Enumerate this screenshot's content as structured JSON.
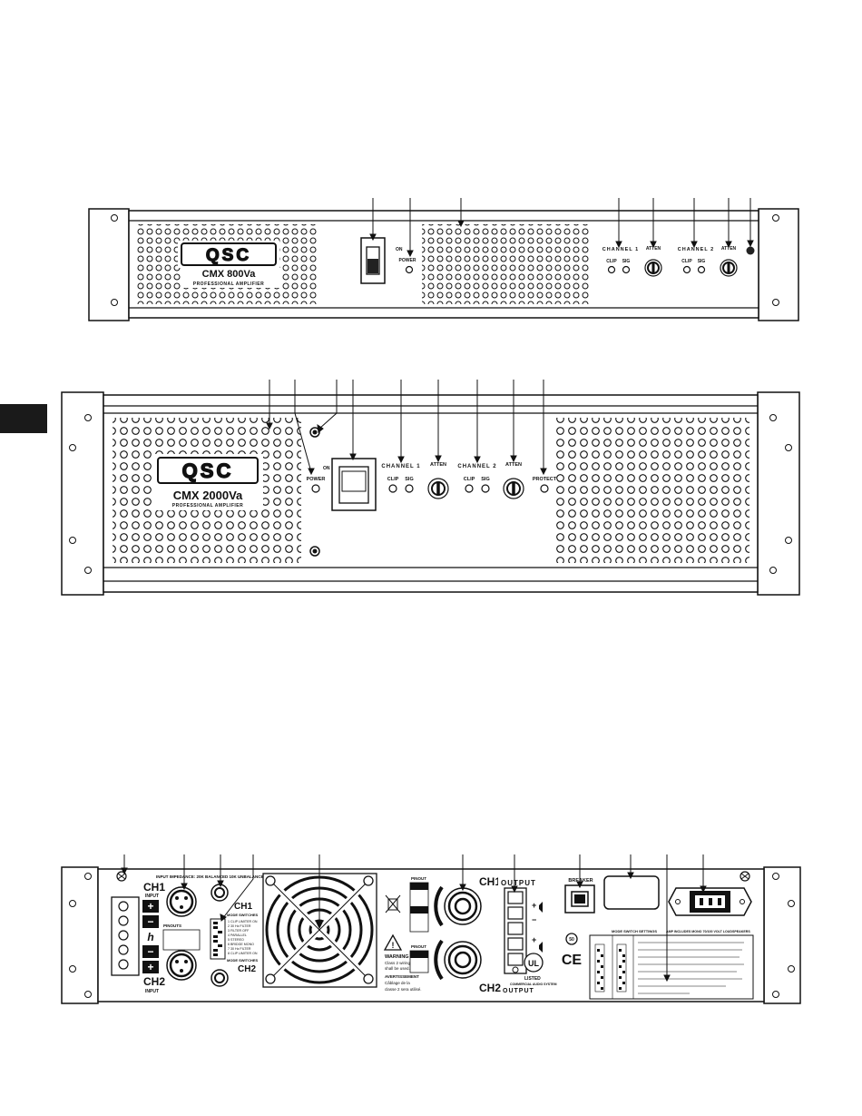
{
  "amp1": {
    "brand": "QSC",
    "model": "CMX 800Va",
    "subtitle": "PROFESSIONAL AMPLIFIER",
    "on_label": "ON",
    "power_label": "POWER",
    "channel1_label": "CHANNEL 1",
    "channel2_label": "CHANNEL 2",
    "clip_label": "CLIP",
    "sig_label": "SIG",
    "atten_label": "ATTEN"
  },
  "amp2": {
    "brand": "QSC",
    "model": "CMX 2000Va",
    "subtitle": "PROFESSIONAL AMPLIFIER",
    "on_label": "ON",
    "power_label": "POWER",
    "channel1_label": "CHANNEL 1",
    "channel2_label": "CHANNEL 2",
    "clip_label": "CLIP",
    "sig_label": "SIG",
    "atten_label": "ATTEN",
    "protect_label": "PROTECT"
  },
  "rear": {
    "input_impedance": "INPUT IMPEDANCE: 20K BALANCED 10K UNBALANCED",
    "ch1_label": "CH1",
    "ch2_label": "CH2",
    "input_label": "INPUT",
    "pinouts_label": "PINOUTS",
    "mode_switches_label": "MODE SWITCHES",
    "output_label": "OUTPUT",
    "breaker_label": "BREAKER",
    "pinout_label": "PINOUT",
    "warning_title": "WARNING",
    "warning_line1": "Class 2 wiring",
    "warning_line2": "shall be used.",
    "avert_title": "AVERTISSEMENT",
    "avert_line1": "Câblage de la",
    "avert_line2": "classe 2 sera utilisé.",
    "listed_label": "LISTED",
    "listed_sub": "COMMERCIAL AUDIO SYSTEM",
    "mode_settings_title": "MODE SWITCH SETTINGS",
    "bridge_mono_title": "AMP INCLUDES MONO 70/100 VOLT LOUDSPEAKERS",
    "mode_list": [
      "1 CLIP LIMITER ON",
      "2 30 Hz FILTER",
      "3 FILTER OFF",
      "4 PARALLEL",
      "5 STEREO",
      "6 BRIDGE MONO",
      "7 30 Hz FILTER",
      "8 CLIP LIMITER ON"
    ]
  },
  "icons": [
    "power-switch-icon",
    "led-indicator-icon",
    "attenuator-knob-icon",
    "xlr-connector-icon",
    "speakon-connector-icon",
    "fan-grille-icon",
    "breaker-icon",
    "iec-power-inlet-icon",
    "ul-listed-icon",
    "ce-mark-icon"
  ]
}
